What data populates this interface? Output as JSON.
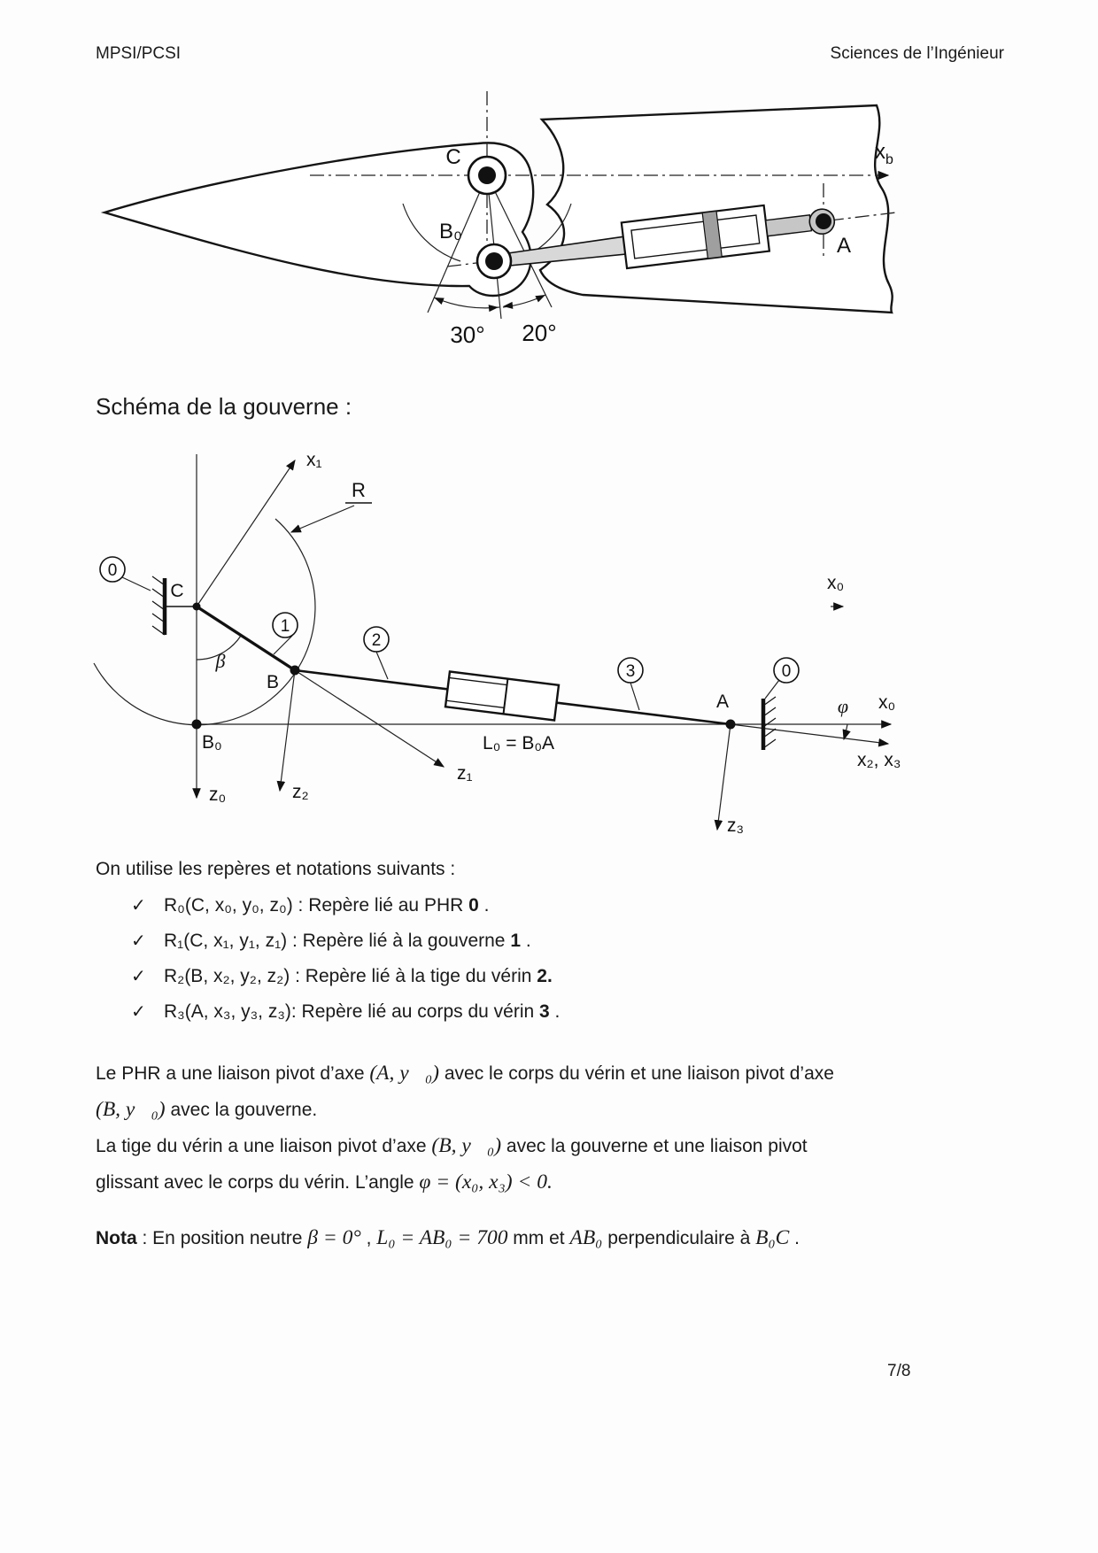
{
  "page": {
    "header_left": "MPSI/PCSI",
    "header_right": "Sciences de l’Ingénieur",
    "section_title": "Schéma de la gouverne :",
    "footer": "7/8"
  },
  "top_drawing": {
    "labels": {
      "C": "C",
      "B0": "B₀",
      "A": "A",
      "xb_base": "x",
      "xb_sub": "b",
      "angle_left": "30°",
      "angle_right": "20°"
    }
  },
  "schematic": {
    "labels": {
      "frame0_left": "0",
      "frame0_right": "0",
      "link1": "1",
      "link2": "2",
      "link3": "3",
      "C": "C",
      "B": "B",
      "B0": "B₀",
      "A": "A",
      "R": "R",
      "beta": "β",
      "phi": "φ",
      "x1": "x₁",
      "x0_top": "x₀",
      "x0_right": "x₀",
      "x23": "x₂, x₃",
      "z0": "z₀",
      "z1": "z₁",
      "z2": "z₂",
      "z3": "z₃",
      "L0": "L₀ = B₀A"
    }
  },
  "notations": {
    "intro": "On utilise les repères et notations suivants :",
    "items": [
      {
        "check": "✓",
        "pre": "R₀(C, x₀, y₀, z₀) : Repère lié au PHR ",
        "bold": "0",
        "post": " ."
      },
      {
        "check": "✓",
        "pre": "R₁(C, x₁, y₁, z₁) : Repère lié à la gouverne ",
        "bold": "1",
        "post": " ."
      },
      {
        "check": "✓",
        "pre": "R₂(B, x₂, y₂, z₂) : Repère lié à la tige du vérin ",
        "bold": "2.",
        "post": ""
      },
      {
        "check": "✓",
        "pre": "R₃(A, x₃, y₃, z₃):  Repère lié au corps du vérin ",
        "bold": "3",
        "post": " ."
      }
    ]
  },
  "paragraphs": {
    "p1": {
      "segments": [
        {
          "t": "Le PHR a une liaison pivot d’axe ",
          "cls": "plain"
        },
        {
          "t": "(A, y⃗₀)",
          "cls": "math"
        },
        {
          "t": " avec le corps du vérin et une liaison pivot d’axe",
          "cls": "plain"
        },
        {
          "cls": "br"
        },
        {
          "t": "(B, y⃗₀)",
          "cls": "math"
        },
        {
          "t": " avec la gouverne.",
          "cls": "plain"
        }
      ]
    },
    "p2": {
      "segments": [
        {
          "t": "La tige du vérin a une liaison pivot d’axe ",
          "cls": "plain"
        },
        {
          "t": "(B, y⃗₀)",
          "cls": "math"
        },
        {
          "t": " avec la gouverne et une liaison pivot",
          "cls": "plain"
        },
        {
          "cls": "br"
        },
        {
          "t": "glissant avec le corps du vérin. L’angle ",
          "cls": "plain"
        },
        {
          "t": "φ = (x₀, x₃) < 0.",
          "cls": "math"
        }
      ]
    },
    "nota": {
      "segments": [
        {
          "t": "Nota",
          "cls": "bold"
        },
        {
          "t": " : En position neutre ",
          "cls": "plain"
        },
        {
          "t": "β = 0°",
          "cls": "math"
        },
        {
          "t": " ,  ",
          "cls": "plain"
        },
        {
          "t": "L₀ = AB₀ = 700",
          "cls": "math"
        },
        {
          "t": " mm et ",
          "cls": "plain"
        },
        {
          "t": "AB₀",
          "cls": "math"
        },
        {
          "t": " perpendiculaire à ",
          "cls": "plain"
        },
        {
          "t": "B₀C",
          "cls": "math"
        },
        {
          "t": " .",
          "cls": "plain"
        }
      ]
    }
  }
}
